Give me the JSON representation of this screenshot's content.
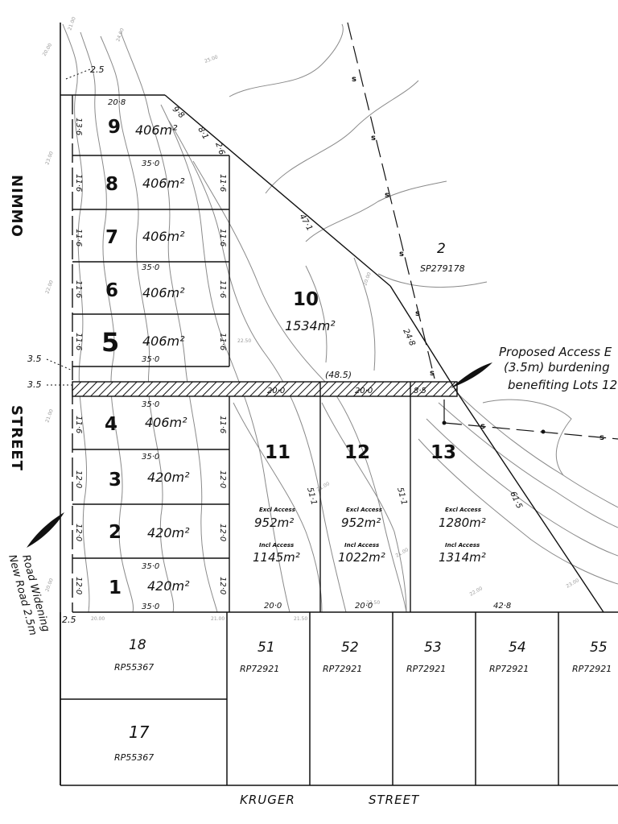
{
  "streets": {
    "nimmo_top": "NIMMO",
    "nimmo_bottom": "STREET",
    "kruger_1": "KRUGER",
    "kruger_2": "STREET"
  },
  "annotations": {
    "road_widening_1": "Road Widening",
    "road_widening_2": "New Road 2.5m",
    "access_1": "Proposed Access E",
    "access_2": "(3.5m) burdening",
    "access_3": "benefiting Lots 12",
    "top_offset": "2.5",
    "bottom_offset": "2.5",
    "offset_a": "3.5",
    "offset_b": "3.5",
    "access_width_total": "(48.5)"
  },
  "lots": [
    {
      "num": "9",
      "area": "406m²"
    },
    {
      "num": "8",
      "area": "406m²"
    },
    {
      "num": "7",
      "area": "406m²"
    },
    {
      "num": "6",
      "area": "406m²"
    },
    {
      "num": "5",
      "area": "406m²"
    },
    {
      "num": "4",
      "area": "406m²"
    },
    {
      "num": "3",
      "area": "420m²"
    },
    {
      "num": "2",
      "area": "420m²"
    },
    {
      "num": "1",
      "area": "420m²"
    },
    {
      "num": "10",
      "area": "1534m²"
    },
    {
      "num": "11",
      "excl_label": "Excl Access",
      "excl": "952m²",
      "incl_label": "Incl Access",
      "incl": "1145m²"
    },
    {
      "num": "12",
      "excl_label": "Excl Access",
      "excl": "952m²",
      "incl_label": "Incl Access",
      "incl": "1022m²"
    },
    {
      "num": "13",
      "excl_label": "Excl Access",
      "excl": "1280m²",
      "incl_label": "Incl Access",
      "incl": "1314m²"
    }
  ],
  "dimensions": {
    "d_20_8": "20·8",
    "d_9_8": "9·8",
    "d_8_1": "8·1",
    "d_2_6": "2·6",
    "d_47_1": "47·1",
    "d_24_8": "24·8",
    "d_61_5": "61·5",
    "d_51_1a": "51·1",
    "d_51_1b": "51·1",
    "d_35_a": "35·0",
    "d_35_b": "35·0",
    "d_35_c": "35·0",
    "d_35_d": "35·0",
    "d_35_e": "35·0",
    "d_35_f": "35·0",
    "d_35_g": "35·0",
    "d_11_6": "11·6",
    "d_12_0": "12·0",
    "d_13_6": "13·6",
    "d_20_0": "20·0",
    "d_8_5": "8·5",
    "d_42_8": "42·8"
  },
  "external": [
    {
      "num": "2",
      "plan": "SP279178"
    },
    {
      "num": "18",
      "plan": "RP55367"
    },
    {
      "num": "17",
      "plan": "RP55367"
    },
    {
      "num": "51",
      "plan": "RP72921"
    },
    {
      "num": "52",
      "plan": "RP72921"
    },
    {
      "num": "53",
      "plan": "RP72921"
    },
    {
      "num": "54",
      "plan": "RP72921"
    },
    {
      "num": "55",
      "plan": "RP72921"
    }
  ],
  "sewer_label": "s"
}
